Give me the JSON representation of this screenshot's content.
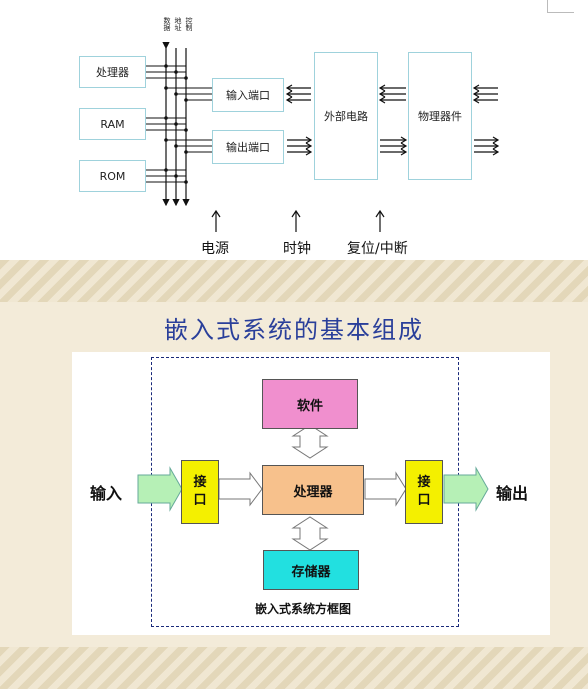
{
  "top_diagram": {
    "bus_labels": [
      "数据",
      "地址",
      "控制"
    ],
    "components": {
      "cpu": "处理器",
      "ram": "RAM",
      "rom": "ROM",
      "input_port": "输入端口",
      "output_port": "输出端口",
      "external_circuit": "外部电路",
      "physical_device": "物理器件"
    },
    "bottom_labels": [
      "电源",
      "时钟",
      "复位/中断"
    ]
  },
  "slide": {
    "title": "嵌入式系统的基本组成",
    "input_label": "输入",
    "output_label": "输出",
    "software": "软件",
    "cpu": "处理器",
    "storage": "存储器",
    "interface_left": "接\n口",
    "interface_right": "接\n口",
    "caption": "嵌入式系统方框图"
  },
  "colors": {
    "software": "#f08fce",
    "cpu": "#f7c18c",
    "storage": "#22e0e0",
    "interface": "#f4f000",
    "title": "#2a3f9a"
  }
}
